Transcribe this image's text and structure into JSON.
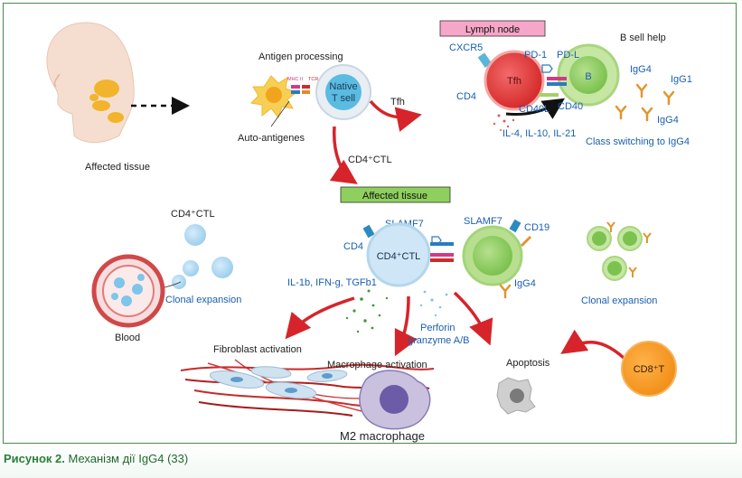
{
  "caption": {
    "lead": "Рисунок 2.",
    "text": " Механізм дії IgG4 (33)"
  },
  "labels": {
    "affected_tissue_top": "Affected tissue",
    "antigen_processing": "Antigen processing",
    "mhc": "MHC II",
    "tcr": "TCR",
    "native_line1": "Native",
    "native_line2": "T sell",
    "auto_antigenes": "Auto-antigenes",
    "tfh_arrow": "Tfh",
    "cd4ctl_arrow": "CD4⁺CTL",
    "lymph_node": "Lymph node",
    "b_cell_help": "B sell help",
    "cxcr5": "CXCR5",
    "pd1": "PD-1",
    "pdl": "PD-L",
    "tfh": "Tfh",
    "b": "B",
    "cd4_top": "CD4",
    "cd40l": "CD40L",
    "cd40": "CD40",
    "il": "IL-4, IL-10, IL-21",
    "igg4_a": "IgG4",
    "igg1": "IgG1",
    "igg4_b": "IgG4",
    "class_switching": "Class switching to IgG4",
    "affected_tissue_banner": "Affected tissue",
    "cd4ctl_blood": "CD4⁺CTL",
    "clonal_left": "Clonal expansion",
    "blood": "Blood",
    "slamf7_a": "SLAMF7",
    "slamf7_b": "SLAMF7",
    "cd19": "CD19",
    "cd4_mid": "CD4",
    "cd4ctl_cell": "CD4⁺CTL",
    "il1b": "IL-1b, IFN-g, TGFb1",
    "igg4_mid": "IgG4",
    "clonal_right": "Clonal expansion",
    "perforin1": "Perforin",
    "perforin2": "granzyme A/B",
    "fibroblast": "Fibroblast activation",
    "macrophage_act": "Macrophage activation",
    "apoptosis": "Apoptosis",
    "cd8": "CD8⁺T",
    "m2": "M2 macrophage"
  }
}
